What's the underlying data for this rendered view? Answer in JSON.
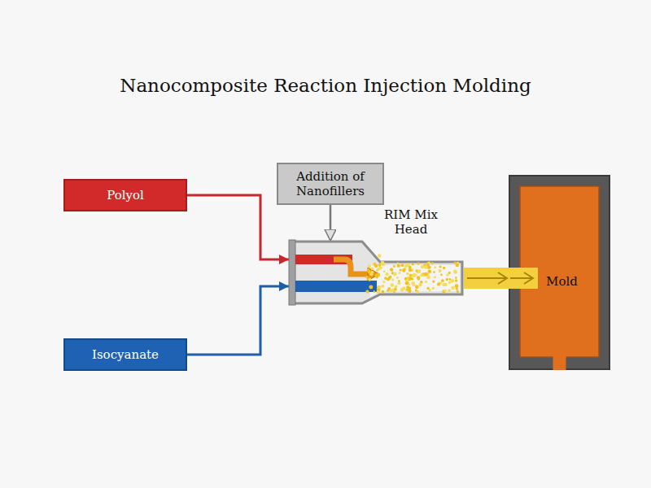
{
  "diagram": {
    "title": "Nanocomposite Reaction Injection Molding",
    "nodes": [
      {
        "text": [
          "Polyol"
        ]
      },
      {
        "text": [
          "Isocyanate"
        ]
      },
      {
        "text": [
          "Addition of Nanofillers"
        ]
      },
      {
        "text": [
          "RIM Mix Head"
        ]
      },
      {
        "text": [
          "Mold"
        ]
      }
    ],
    "edges": [
      {
        "from": 0,
        "to": 3,
        "arrow": "to"
      },
      {
        "from": 1,
        "to": 3,
        "arrow": "to"
      },
      {
        "from": 2,
        "to": 3,
        "arrow": "to"
      },
      {
        "from": 3,
        "to": 4,
        "arrow": "to"
      }
    ]
  }
}
